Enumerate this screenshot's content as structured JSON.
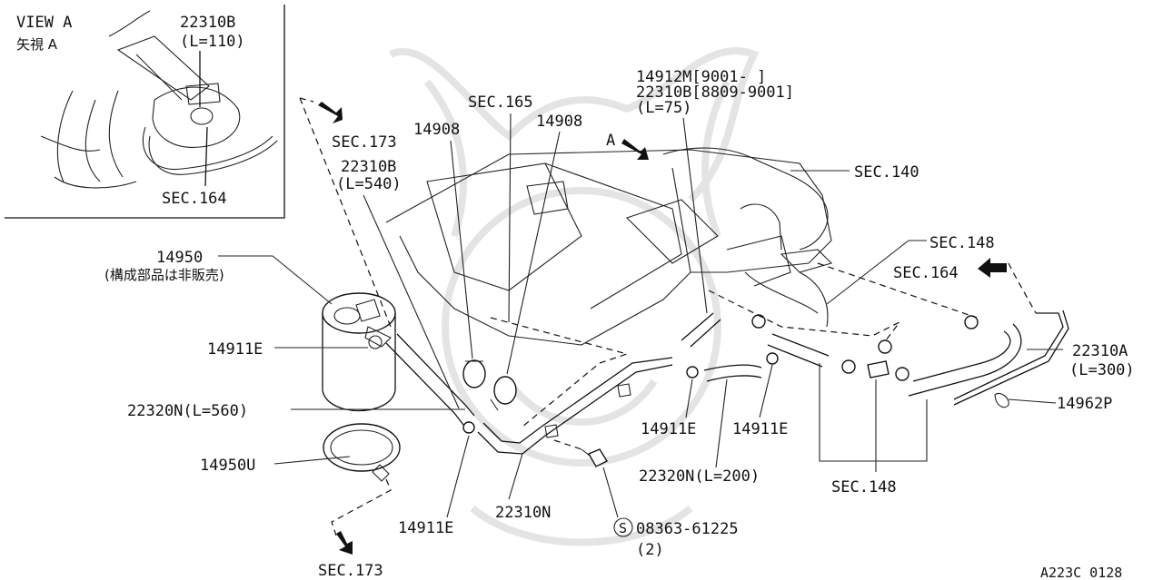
{
  "view": {
    "title": "VIEW  A",
    "title_jp": "矢視   A",
    "part_label": "22310B",
    "part_length": "(L=110)",
    "sec_label": "SEC.164"
  },
  "labels": {
    "p14912M": "14912M[9001-   ]",
    "p22310B_range": "22310B[8809-9001]",
    "p22310B_len75": "(L=75)",
    "sec165": "SEC.165",
    "p14908_left": "14908",
    "p14908_right": "14908",
    "sec173_top": "SEC.173",
    "p22310B_main": "22310B",
    "p22310B_len540": "(L=540)",
    "arrow_a": "A",
    "sec140": "SEC.140",
    "sec148_top": "SEC.148",
    "sec164_right": "SEC.164",
    "p14950": "14950",
    "p14950_note": "(構成部品は非販売)",
    "p14911E_left": "14911E",
    "p22310A": "22310A",
    "p22310A_len": "(L=300)",
    "p22320N_560": "22320N(L=560)",
    "p14962P": "14962P",
    "p14911E_mid": "14911E",
    "p14911E_right": "14911E",
    "p14950U": "14950U",
    "p22320N_200": "22320N(L=200)",
    "sec148_bottom": "SEC.148",
    "p22310N": "22310N",
    "p14911E_bottom": "14911E",
    "bolt_code": "08363-61225",
    "bolt_symbol": "S",
    "bolt_qty": "(2)",
    "sec173_bottom": "SEC.173",
    "diagram_code": "A223C 0128"
  }
}
